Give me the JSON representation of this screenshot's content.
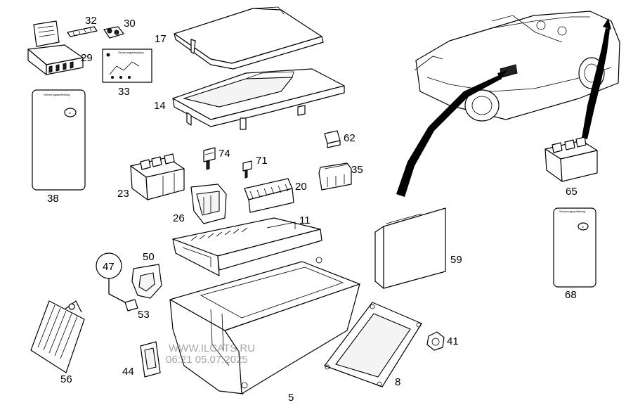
{
  "diagram": {
    "part_numbers": {
      "p32": "32",
      "p30": "30",
      "p29": "29",
      "p33": "33",
      "p38": "38",
      "p17": "17",
      "p14": "14",
      "p62": "62",
      "p74": "74",
      "p71": "71",
      "p35": "35",
      "p23": "23",
      "p20": "20",
      "p26": "26",
      "p11": "11",
      "p65": "65",
      "p59": "59",
      "p68": "68",
      "p47": "47",
      "p50": "50",
      "p53": "53",
      "p56": "56",
      "p44": "44",
      "p5": "5",
      "p8": "8",
      "p41": "41"
    },
    "badge_letter": "D",
    "card_header_text": "Sicherungsaufteilung",
    "sheet_header_text": "Sicherungsbelegung"
  },
  "watermark": {
    "line1": "WWW.ILCATS.RU",
    "line2": "06:21 05.07.2025"
  },
  "icons": [
    "fuse-box-cover-icon",
    "relay-icon",
    "fuse-icon",
    "car-illustration-icon",
    "arrow-icon"
  ]
}
